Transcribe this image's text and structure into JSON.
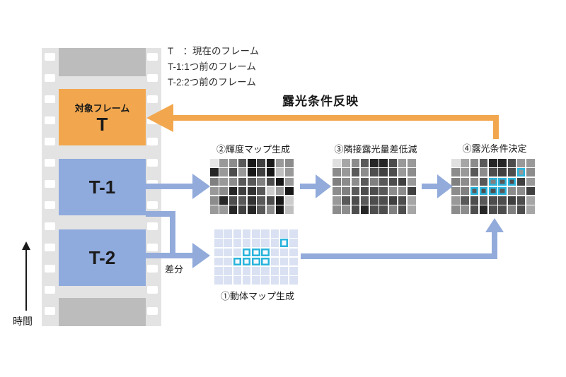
{
  "diagram": {
    "legend": {
      "lines": [
        "T　：現在のフレーム",
        "T-1:1つ前のフレーム",
        "T-2:2つ前のフレーム"
      ]
    },
    "film_strip": {
      "target_frame": {
        "caption": "対象フレーム",
        "name": "T"
      },
      "prev_frame_1": "T-1",
      "prev_frame_2": "T-2",
      "time_axis_label": "時間"
    },
    "feedback_arrow_label": "露光条件反映",
    "diff_label": "差分",
    "steps": {
      "motion_map": "①動体マップ生成",
      "luminance_map": "②輝度マップ生成",
      "smoothing": "③隣接露光量差低減",
      "decision": "④露光条件決定"
    },
    "colors": {
      "orange": "#f2a74e",
      "frame_blue": "#8faadc",
      "arrow_blue": "#92abdb",
      "film_gray": "#e3e3e3",
      "frame_gray": "#bcbcbc",
      "motion_cell": "#d9e1f2",
      "highlight_cyan": "#29b4dc"
    },
    "grids": {
      "columns": 9,
      "rows": 6,
      "luminance_map_cells": [
        [
          "#e6e6e6",
          "#999999",
          "#8c8c8c",
          "#595959",
          "#1a1a1a",
          "#404040",
          "#1a1a1a",
          "#999999",
          "#8c8c8c"
        ],
        [
          "#262626",
          "#999999",
          "#4d4d4d",
          "#999999",
          "#1a1a1a",
          "#404040",
          "#171717",
          "#bfbfbf",
          "#999999"
        ],
        [
          "#808080",
          "#999999",
          "#8c8c8c",
          "#595959",
          "#595959",
          "#808080",
          "#4d4d4d",
          "#171717",
          "#999999"
        ],
        [
          "#999999",
          "#8c8c8c",
          "#262626",
          "#404040",
          "#333333",
          "#595959",
          "#cccccc",
          "#999999",
          "#171717"
        ],
        [
          "#8c8c8c",
          "#262626",
          "#4d4d4d",
          "#595959",
          "#333333",
          "#595959",
          "#4d4d4d",
          "#171717",
          "#cccccc"
        ],
        [
          "#999999",
          "#999999",
          "#262626",
          "#404040",
          "#262626",
          "#595959",
          "#8c8c8c",
          "#171717",
          "#bfbfbf"
        ]
      ],
      "smoothed_map_cells": [
        [
          "#e0e0e0",
          "#a6a6a6",
          "#8c8c8c",
          "#595959",
          "#262626",
          "#262626",
          "#4d4d4d",
          "#999999",
          "#999999"
        ],
        [
          "#8c8c8c",
          "#999999",
          "#595959",
          "#8c8c8c",
          "#4d4d4d",
          "#404040",
          "#4d4d4d",
          "#999999",
          "#8c8c8c"
        ],
        [
          "#808080",
          "#8c8c8c",
          "#8c8c8c",
          "#595959",
          "#808080",
          "#595959",
          "#4d4d4d",
          "#404040",
          "#999999"
        ],
        [
          "#8c8c8c",
          "#808080",
          "#595959",
          "#4d4d4d",
          "#4d4d4d",
          "#595959",
          "#8c8c8c",
          "#8c8c8c",
          "#404040"
        ],
        [
          "#999999",
          "#595959",
          "#4d4d4d",
          "#595959",
          "#4d4d4d",
          "#4d4d4d",
          "#404040",
          "#4d4d4d",
          "#a6a6a6"
        ],
        [
          "#8c8c8c",
          "#8c8c8c",
          "#4d4d4d",
          "#262626",
          "#4d4d4d",
          "#4d4d4d",
          "#808080",
          "#4d4d4d",
          "#a6a6a6"
        ]
      ],
      "motion_map_highlights": [
        [
          1,
          7
        ],
        [
          2,
          3
        ],
        [
          2,
          4
        ],
        [
          2,
          5
        ],
        [
          3,
          2
        ],
        [
          3,
          3
        ],
        [
          3,
          4
        ],
        [
          3,
          5
        ]
      ],
      "decision_map_highlights": [
        [
          1,
          7
        ],
        [
          2,
          4
        ],
        [
          2,
          5
        ],
        [
          2,
          6
        ],
        [
          3,
          2
        ],
        [
          3,
          3
        ],
        [
          3,
          4
        ],
        [
          3,
          5
        ]
      ]
    }
  }
}
